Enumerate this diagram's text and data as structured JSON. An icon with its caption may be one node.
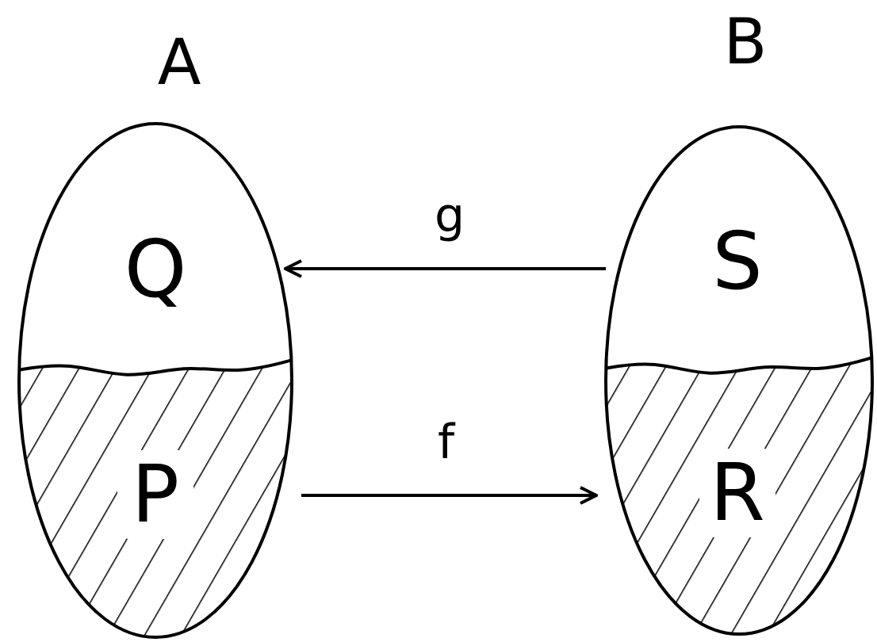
{
  "diagram": {
    "nodes": [
      {
        "text": [
          "A"
        ]
      },
      {
        "text": [
          "Q"
        ],
        "in": 0
      },
      {
        "text": [
          "P"
        ],
        "in": 0
      },
      {
        "text": [
          "B"
        ]
      },
      {
        "text": [
          "S"
        ],
        "in": 3
      },
      {
        "text": [
          "R"
        ],
        "in": 3
      }
    ],
    "edges": [
      {
        "from": 4,
        "to": 1,
        "label": "g",
        "arrow": "to"
      },
      {
        "from": 2,
        "to": 5,
        "label": "f",
        "arrow": "to"
      }
    ]
  }
}
